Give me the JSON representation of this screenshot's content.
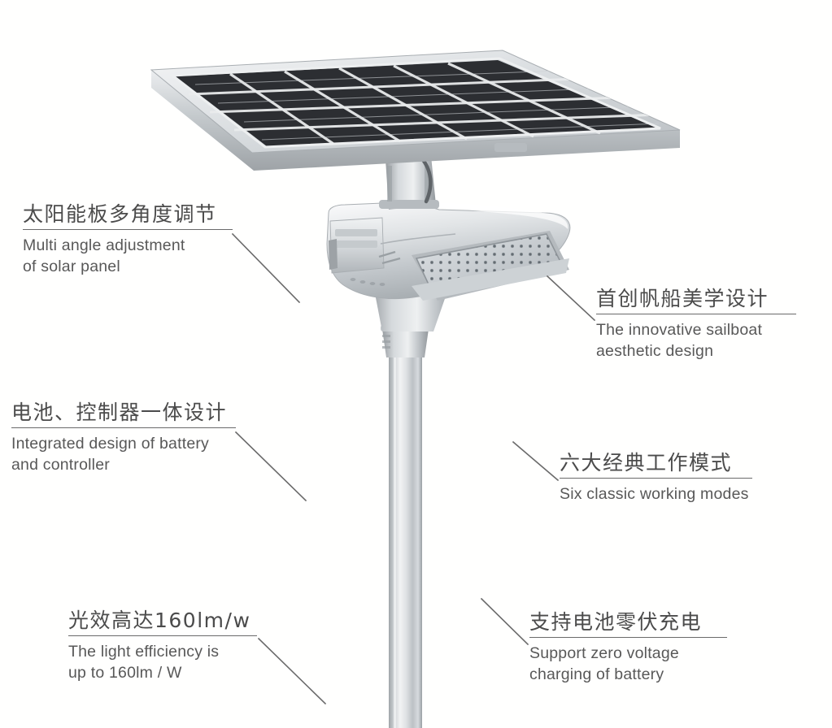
{
  "page": {
    "background_color": "#fffffe",
    "text_color": "#4b4b4b",
    "subtitle_color": "#585858",
    "line_color": "#6a6a6a"
  },
  "product": {
    "name": "solar-street-light",
    "parts": [
      "solar-panel",
      "panel-mounting-bracket",
      "lamp-head",
      "led-array",
      "battery-controller-housing",
      "pole"
    ],
    "panel_cell_rows": 4,
    "panel_cell_cols": 6,
    "body_color": "#b9bdc0",
    "cell_color": "#2b2d30"
  },
  "callouts": [
    {
      "id": "solar-panel-adjustment",
      "cn": "太阳能板多角度调节",
      "en": "Multi angle adjustment\nof solar panel",
      "side": "left"
    },
    {
      "id": "sailboat-design",
      "cn": "首创帆船美学设计",
      "en": "The innovative sailboat\naesthetic design",
      "side": "right"
    },
    {
      "id": "integrated-battery-controller",
      "cn": "电池、控制器一体设计",
      "en": "Integrated design of battery\nand controller",
      "side": "left"
    },
    {
      "id": "working-modes",
      "cn": "六大经典工作模式",
      "en": "Six classic working modes",
      "side": "right"
    },
    {
      "id": "light-efficiency",
      "cn": "光效高达160lm/w",
      "en": "The light efficiency is\nup to 160lm / W",
      "side": "left"
    },
    {
      "id": "zero-voltage-charging",
      "cn": "支持电池零伏充电",
      "en": "Support zero voltage\ncharging of battery",
      "side": "right"
    }
  ]
}
